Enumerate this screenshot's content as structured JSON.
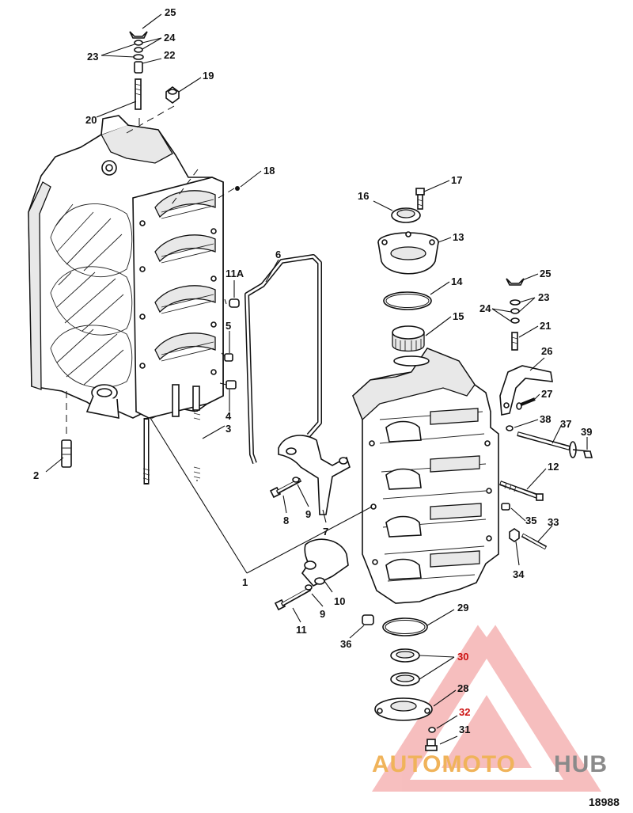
{
  "diagram": {
    "figure_number": "18988",
    "callouts": {
      "c1": "1",
      "c2": "2",
      "c3": "3",
      "c4": "4",
      "c5": "5",
      "c6": "6",
      "c7": "7",
      "c8": "8",
      "c9a": "9",
      "c9b": "9",
      "c10": "10",
      "c11": "11",
      "c11a": "11A",
      "c12": "12",
      "c13": "13",
      "c14": "14",
      "c15": "15",
      "c16": "16",
      "c17": "17",
      "c18": "18",
      "c19": "19",
      "c20": "20",
      "c21": "21",
      "c22": "22",
      "c23a": "23",
      "c23b": "23",
      "c24a": "24",
      "c24b": "24",
      "c25a": "25",
      "c25b": "25",
      "c26": "26",
      "c27": "27",
      "c28": "28",
      "c29": "29",
      "c30": "30",
      "c31": "31",
      "c32": "32",
      "c33": "33",
      "c34": "34",
      "c35": "35",
      "c36": "36",
      "c37": "37",
      "c38": "38",
      "c39": "39"
    },
    "highlight_color": "#cc1111"
  },
  "watermark": {
    "brand_left": "AUTOMOTO",
    "brand_right": "HUB",
    "brand_left_color": "#f0b35a",
    "brand_right_color": "#8a8a8a",
    "triangle_color": "#f08a8a"
  }
}
